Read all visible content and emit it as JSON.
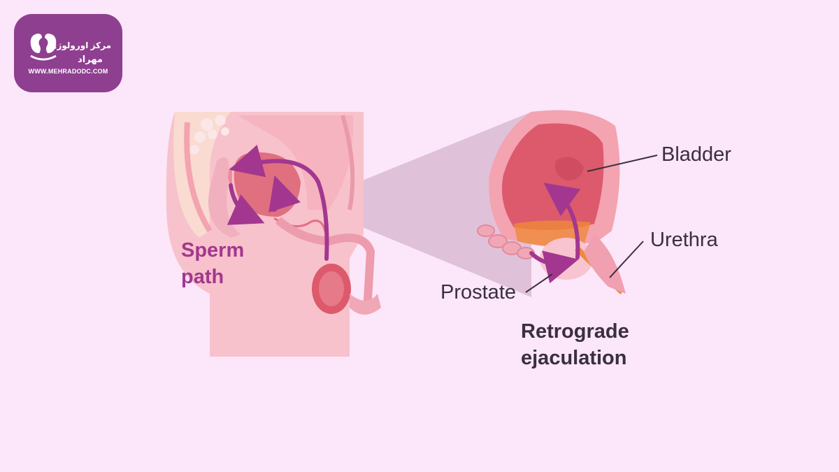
{
  "logo": {
    "name_line1": "مرکز اورولوژی",
    "name_line2": "مهراد",
    "url": "WWW.MEHRADODC.COM"
  },
  "labels": {
    "bladder": "Bladder",
    "urethra": "Urethra",
    "prostate": "Prostate",
    "sperm_path_line1": "Sperm",
    "sperm_path_line2": "path"
  },
  "caption": {
    "line1": "Retrograde",
    "line2": "ejaculation"
  },
  "colors": {
    "background": "#fce6fa",
    "brand_purple": "#8e3f8f",
    "arrow_magenta": "#a3378f",
    "tissue_red": "#dc5a6c",
    "tissue_pink": "#f4a3b0",
    "text_dark": "#3a2f3f"
  }
}
